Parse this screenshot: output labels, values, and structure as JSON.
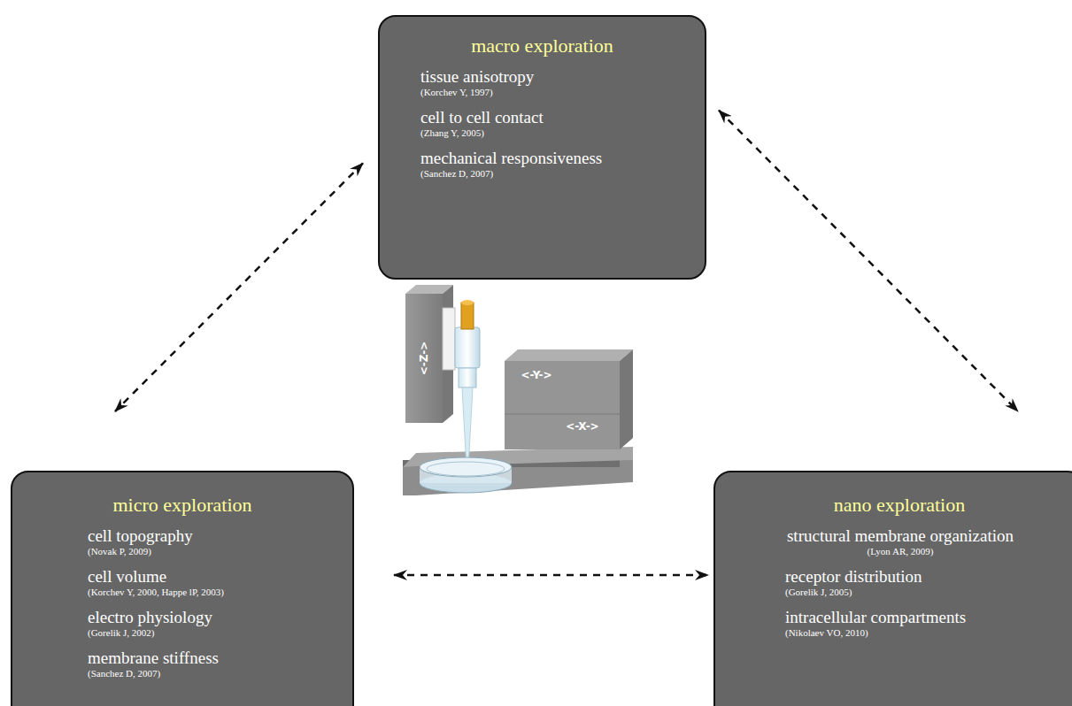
{
  "diagram": {
    "nodes": [
      {
        "text": [
          "macro exploration",
          "tissue anisotropy",
          "(Korchev Y, 1997)",
          "cell to cell contact",
          "(Zhang Y, 2005)",
          "mechanical responsiveness",
          "(Sanchez D, 2007)"
        ]
      },
      {
        "text": [
          "micro exploration",
          "cell topography",
          "(Novak P, 2009)",
          "cell volume",
          "(Korchev Y, 2000, Happe lP, 2003)",
          "electro physiology",
          "(Gorelik J, 2002)",
          "membrane stiffness",
          "(Sanchez D, 2007)"
        ]
      },
      {
        "text": [
          "nano exploration",
          "structural membrane organization",
          "(Lyon AR, 2009)",
          "receptor distribution",
          "(Gorelik J, 2005)",
          "intracellular compartments",
          "(Nikolaev VO, 2010)"
        ]
      }
    ],
    "edges": [
      {
        "from": 0,
        "to": 1,
        "arrow": "both"
      },
      {
        "from": 0,
        "to": 2,
        "arrow": "both"
      },
      {
        "from": 1,
        "to": 2,
        "arrow": "both"
      }
    ],
    "labels": [
      "<-Z->",
      "<-Y->",
      "<-X->"
    ]
  }
}
